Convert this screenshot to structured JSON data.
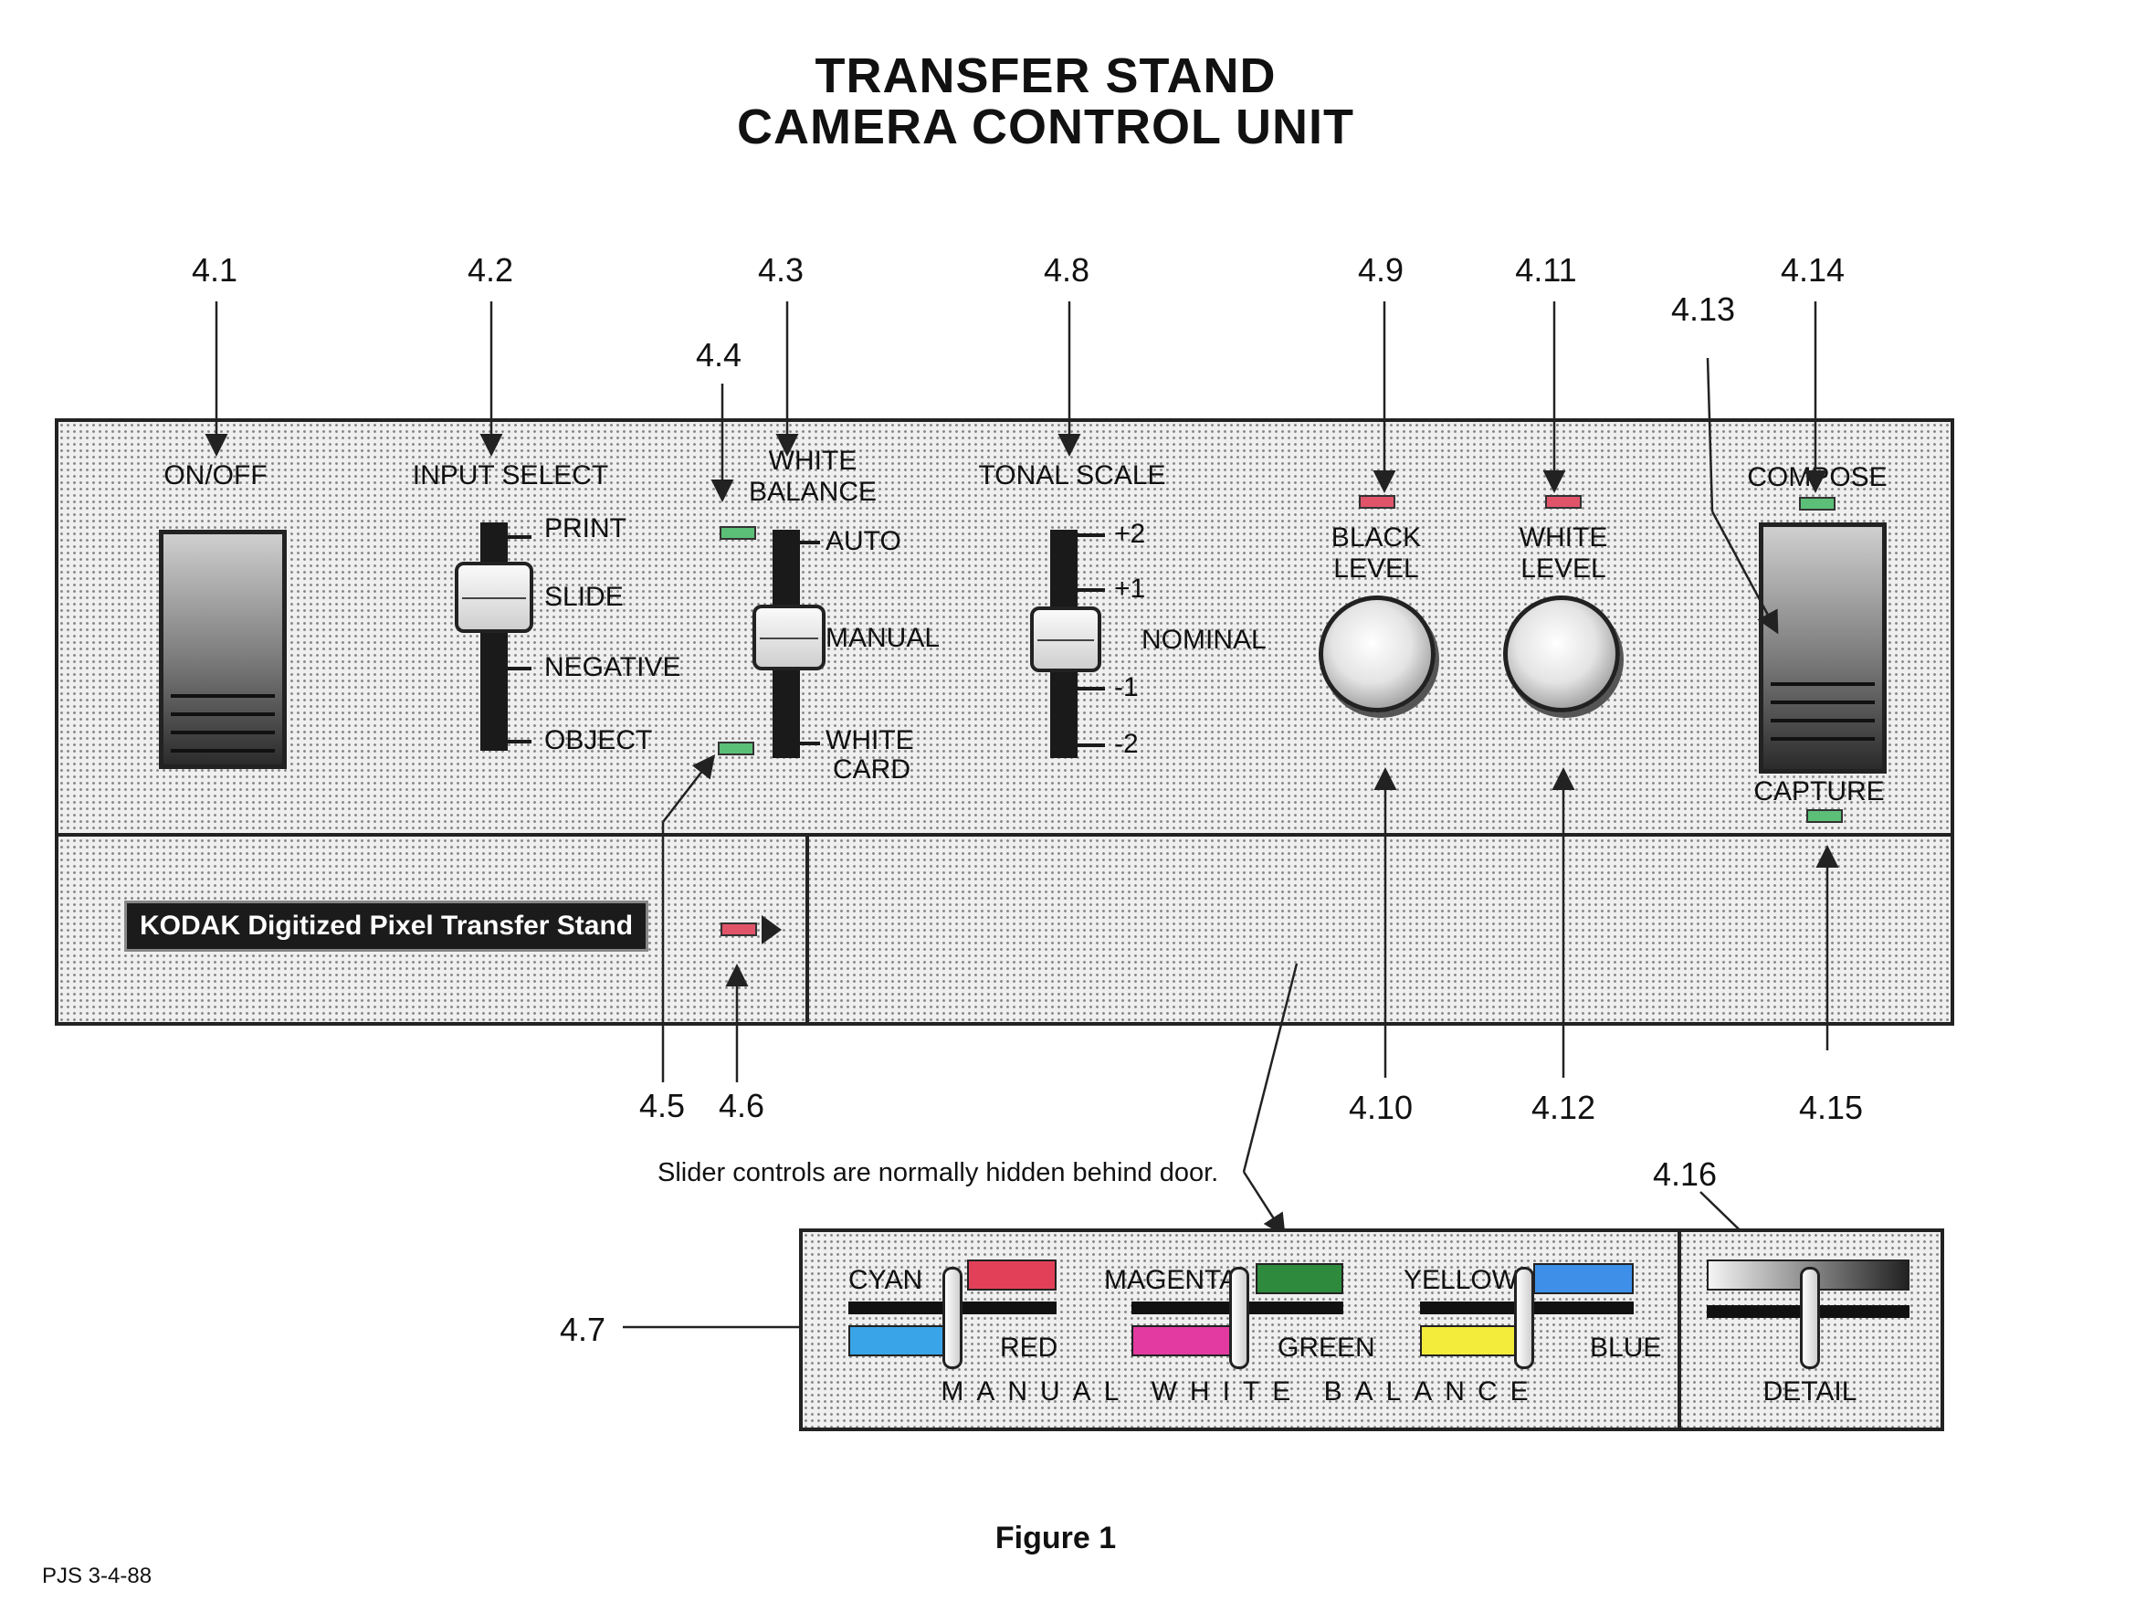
{
  "title": {
    "line1": "TRANSFER STAND",
    "line2": "CAMERA CONTROL UNIT"
  },
  "callouts": {
    "c41": "4.1",
    "c42": "4.2",
    "c43": "4.3",
    "c44": "4.4",
    "c45": "4.5",
    "c46": "4.6",
    "c47": "4.7",
    "c48": "4.8",
    "c49": "4.9",
    "c410": "4.10",
    "c411": "4.11",
    "c412": "4.12",
    "c413": "4.13",
    "c414": "4.14",
    "c415": "4.15",
    "c416": "4.16"
  },
  "panel": {
    "on_off": "ON/OFF",
    "input_select": {
      "label": "INPUT SELECT",
      "options": [
        "PRINT",
        "SLIDE",
        "NEGATIVE",
        "OBJECT"
      ],
      "selected": "SLIDE"
    },
    "white_balance": {
      "label_1": "WHITE",
      "label_2": "BALANCE",
      "options": [
        "AUTO",
        "MANUAL",
        "WHITE",
        "CARD"
      ],
      "selected": "MANUAL"
    },
    "tonal_scale": {
      "label": "TONAL SCALE",
      "ticks": [
        "+2",
        "+1",
        "NOMINAL",
        "-1",
        "-2"
      ],
      "selected": "NOMINAL"
    },
    "black_level": {
      "line1": "BLACK",
      "line2": "LEVEL"
    },
    "white_level": {
      "line1": "WHITE",
      "line2": "LEVEL"
    },
    "compose": "COMPOSE",
    "capture": "CAPTURE",
    "nameplate": "KODAK Digitized Pixel Transfer Stand"
  },
  "note": "Slider controls are normally hidden behind door.",
  "slider_panel": {
    "manual_white_balance": "MANUAL WHITE BALANCE",
    "cyan": "CYAN",
    "red": "RED",
    "magenta": "MAGENTA",
    "green": "GREEN",
    "yellow": "YELLOW",
    "blue": "BLUE",
    "detail": "DETAIL"
  },
  "colors": {
    "cyan": "#39a4e8",
    "red": "#e24058",
    "magenta": "#e23aa0",
    "green": "#2e8a3c",
    "yellow": "#f4ec3a",
    "blue": "#3d8fe8",
    "led_green": "#5cbf77",
    "led_red": "#e0546a"
  },
  "figure_caption": "Figure 1",
  "footer_id": "PJS 3-4-88"
}
